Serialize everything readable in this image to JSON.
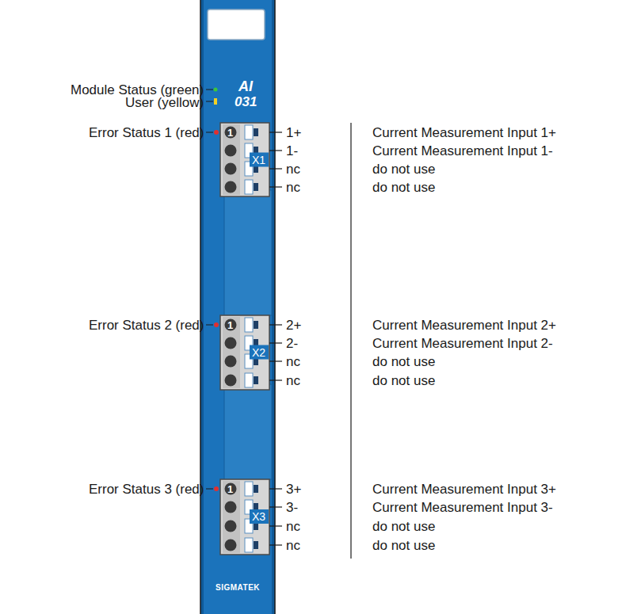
{
  "diagram": {
    "labels": [
      "Module Status (green)",
      "User (yellow)",
      "AI",
      "031",
      "Error Status 1 (red)",
      "1",
      "X1",
      "1+",
      "1-",
      "nc",
      "nc",
      "Current Measurement Input 1+",
      "Current Measurement Input 1-",
      "do not use",
      "do not use",
      "Error Status 2 (red)",
      "1",
      "X2",
      "2+",
      "2-",
      "nc",
      "nc",
      "Current Measurement Input 2+",
      "Current Measurement Input 2-",
      "do not use",
      "do not use",
      "Error Status 3 (red)",
      "1",
      "X3",
      "3+",
      "3-",
      "nc",
      "nc",
      "Current Measurement Input 3+",
      "Current Measurement Input 3-",
      "do not use",
      "do not use",
      "SIGMATEK"
    ]
  }
}
